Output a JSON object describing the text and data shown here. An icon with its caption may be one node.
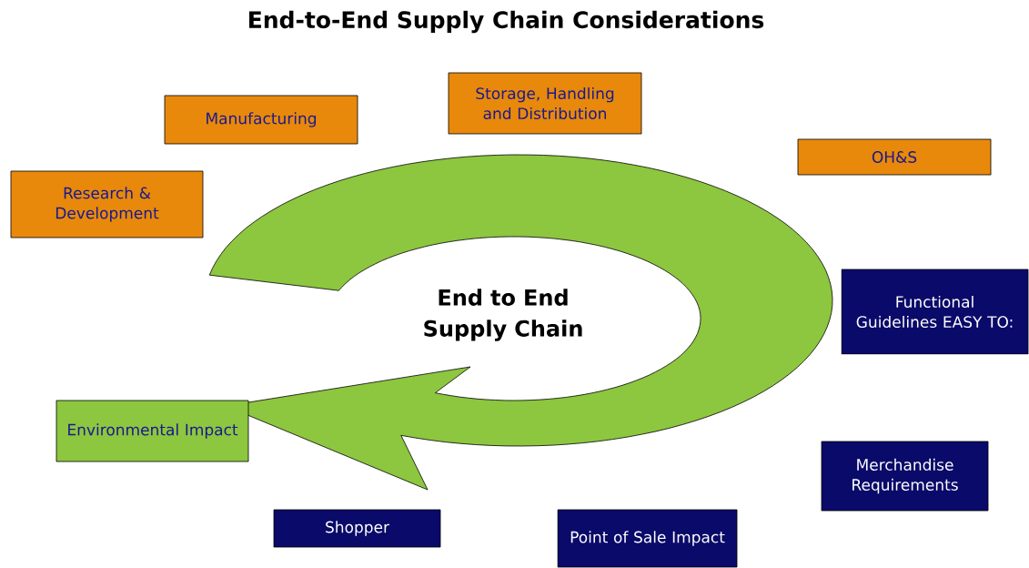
{
  "diagram": {
    "title": "End-to-End Supply Chain Considerations",
    "nodes": [
      {
        "text": [
          "Storage, Handling and Distribution"
        ]
      },
      {
        "text": [
          "Manufacturing"
        ]
      },
      {
        "text": [
          "OH&S"
        ]
      },
      {
        "text": [
          "Research & Development"
        ]
      },
      {
        "text": [
          "Functional Guidelines EASY TO:"
        ]
      },
      {
        "text": [
          "Environmental Impact"
        ]
      },
      {
        "text": [
          "Merchandise Requirements"
        ]
      },
      {
        "text": [
          "Shopper"
        ]
      },
      {
        "text": [
          "Point of Sale Impact"
        ]
      }
    ],
    "labels": [
      "End to End Supply Chain"
    ]
  }
}
